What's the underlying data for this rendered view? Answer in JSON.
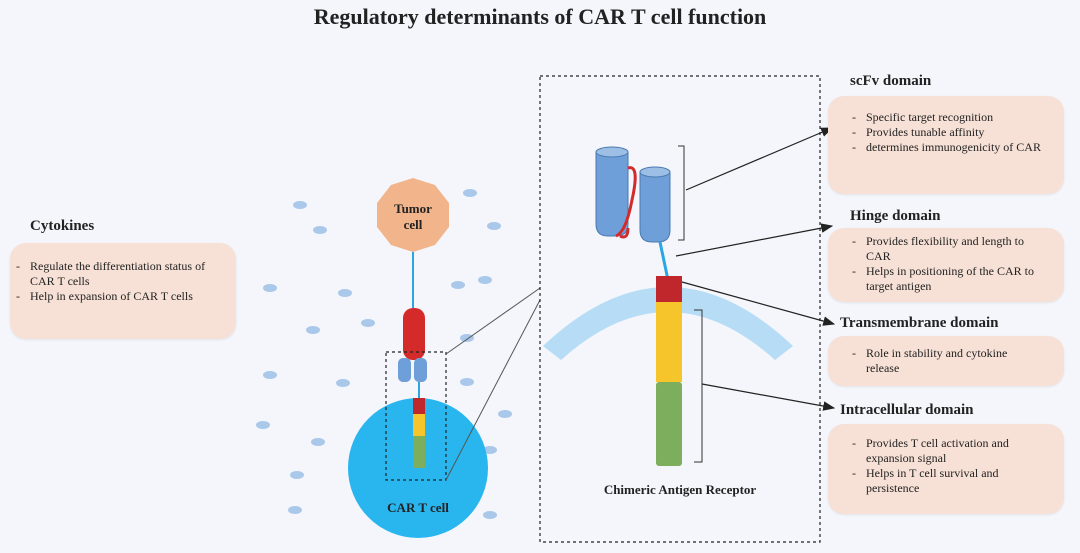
{
  "title": "Regulatory determinants of CAR T cell function",
  "cells": {
    "tumor": "Tumor\ncell",
    "car_t": "CAR T cell"
  },
  "receptor_caption": "Chimeric Antigen Receptor",
  "cytokines": {
    "heading": "Cytokines",
    "bullets": [
      "Regulate the differentiation status of CAR T cells",
      "Help in expansion of CAR T cells"
    ]
  },
  "scfv": {
    "heading": "scFv domain",
    "bullets": [
      "Specific target recognition",
      "Provides tunable affinity",
      "determines immunogenicity of CAR"
    ]
  },
  "hinge": {
    "heading": "Hinge domain",
    "bullets": [
      "Provides flexibility and length to CAR",
      "Helps in positioning of the CAR to target antigen"
    ]
  },
  "transmembrane": {
    "heading": "Transmembrane domain",
    "bullets": [
      "Role in stability and cytokine release"
    ]
  },
  "intracellular": {
    "heading": "Intracellular domain",
    "bullets": [
      "Provides T cell activation and expansion signal",
      "Helps in T cell survival and persistence"
    ]
  },
  "colors": {
    "background": "#f4f6fb",
    "panel": "#f7e1d6",
    "tumor": "#f2b48a",
    "t_cell": "#29b6ef",
    "scfv": "#6f9fd8",
    "linker": "#d42a2a",
    "hinge": "#2aa6e0",
    "transmembrane": "#c0272d",
    "costim": "#f5c52b",
    "signal": "#7dae5e",
    "membrane": "#b7dcf5",
    "dots": "#a9c8ea"
  }
}
